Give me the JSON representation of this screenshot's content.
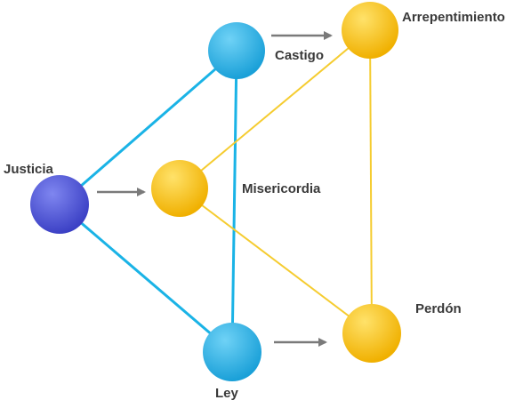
{
  "diagram": {
    "nodes": {
      "justicia": {
        "label": "Justicia",
        "color": "#3a3fc4",
        "highlight": "#7f86f0"
      },
      "castigo": {
        "label": "Castigo",
        "color": "#1aa0d8",
        "highlight": "#6fd2f6"
      },
      "ley": {
        "label": "Ley",
        "color": "#1aa0d8",
        "highlight": "#6fd2f6"
      },
      "misericordia": {
        "label": "Misericordia",
        "color": "#f0b000",
        "highlight": "#ffe26a"
      },
      "arrepentimiento": {
        "label": "Arrepentimiento",
        "color": "#f0b000",
        "highlight": "#ffe26a"
      },
      "perdon": {
        "label": "Perdón",
        "color": "#f0b000",
        "highlight": "#ffe26a"
      }
    },
    "edge_colors": {
      "blue": "#1ab3e6",
      "yellow": "#f5cc30",
      "arrow": "#7a7a7a"
    }
  }
}
